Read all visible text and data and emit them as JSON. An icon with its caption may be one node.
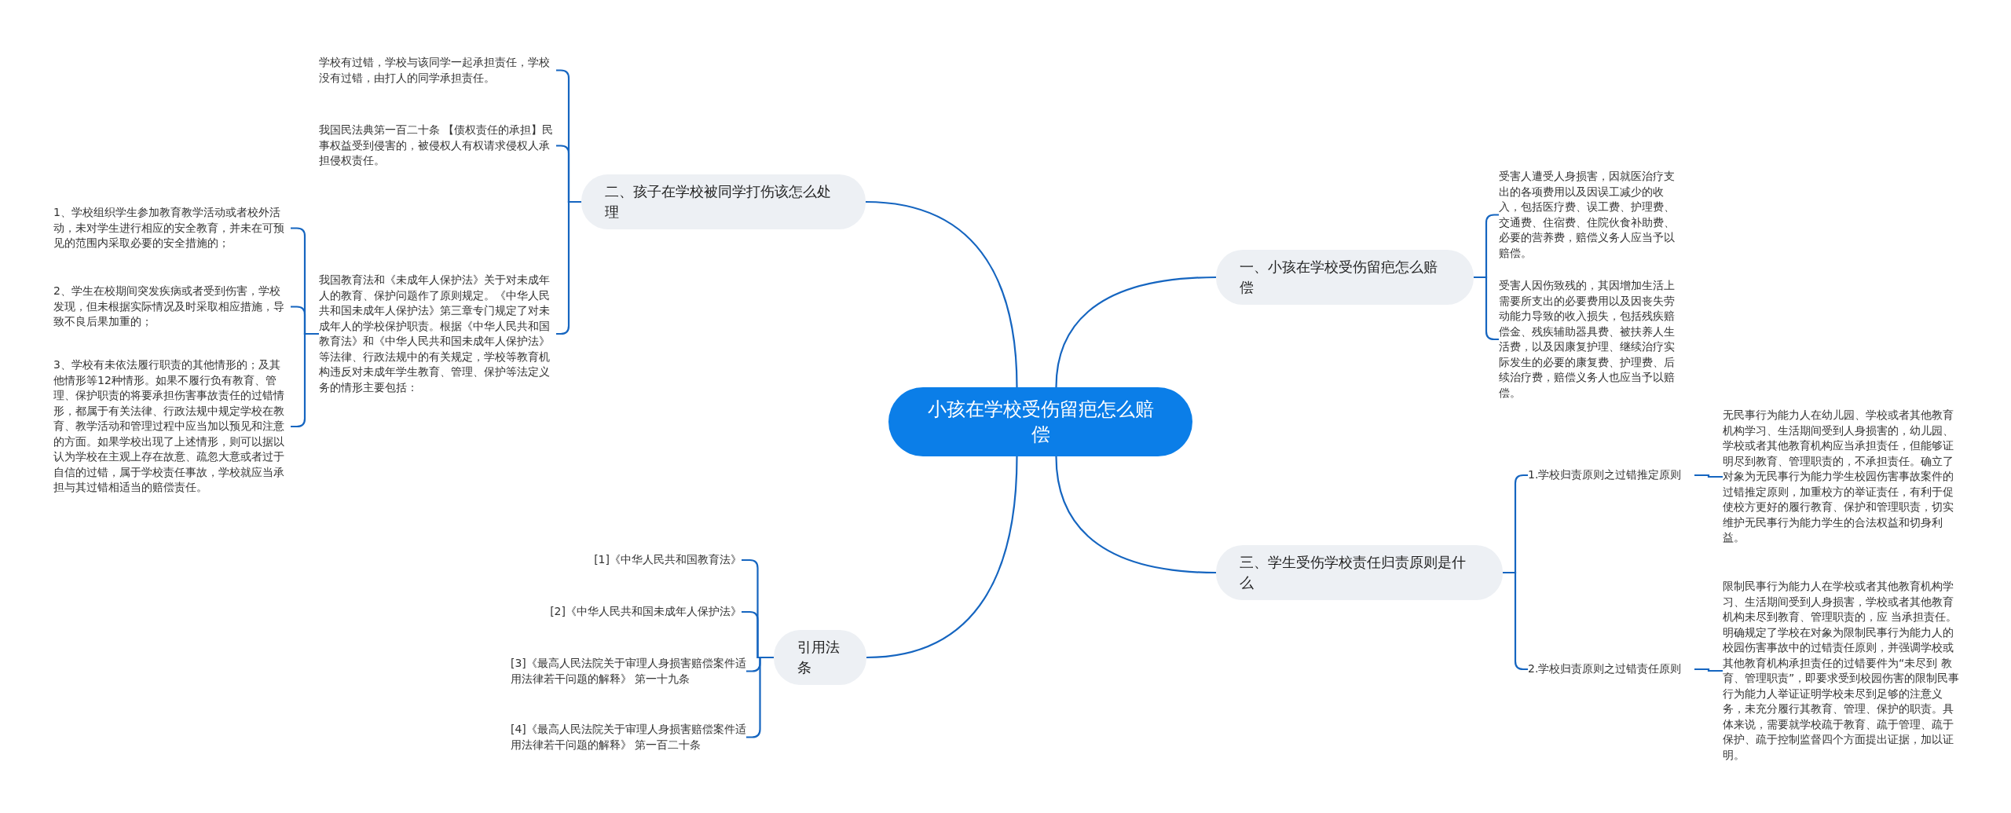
{
  "diagram": {
    "nodes": [
      {
        "text": [
          "小孩在学校受伤留疤怎么赔偿"
        ]
      },
      {
        "text": [
          "二、孩子在学校被同学打伤该怎么处理"
        ]
      },
      {
        "text": [
          "学校有过错，学校与该同学一起承担责任，学校没有过错，由打人的同学承担责任。"
        ]
      },
      {
        "text": [
          "我国民法典第一百二十条 【债权责任的承担】民事权益受到侵害的，被侵权人有权请求侵权人承担侵权责任。"
        ]
      },
      {
        "text": [
          "我国教育法和《未成年人保护法》关于对未成年人的教育、保护问题作了原则规定。《中华人民共和国未成年人保护法》第三章专门规定了对未成年人的学校保护职责。根据《中华人民共和国教育法》和《中华人民共和国未成年人保护法》等法律、行政法规中的有关规定，学校等教育机构违反对未成年学生教育、管理、保护等法定义务的情形主要包括："
        ]
      },
      {
        "text": [
          "1、学校组织学生参加教育教学活动或者校外活动，未对学生进行相应的安全教育，并未在可预见的范围内采取必要的安全措施的；"
        ]
      },
      {
        "text": [
          "2、学生在校期间突发疾病或者受到伤害，学校发现，但未根据实际情况及时采取相应措施，导致不良后果加重的；"
        ]
      },
      {
        "text": [
          "3、学校有未依法履行职责的其他情形的；及其他情形等12种情形。如果不履行负有教育、管理、保护职责的将要承担伤害事故责任的过错情形，都属于有关法律、行政法规中规定学校在教育、教学活动和管理过程中应当加以预见和注意的方面。如果学校出现了上述情形，则可以据以认为学校在主观上存在故意、疏忽大意或者过于自信的过错，属于学校责任事故，学校就应当承担与其过错相适当的赔偿责任。"
        ]
      },
      {
        "text": [
          "一、小孩在学校受伤留疤怎么赔偿"
        ]
      },
      {
        "text": [
          "受害人遭受人身损害，因就医治疗支出的各项费用以及因误工减少的收入，包括医疗费、误工费、护理费、交通费、住宿费、住院伙食补助费、必要的营养费，赔偿义务人应当予以赔偿。"
        ]
      },
      {
        "text": [
          "受害人因伤致残的，其因增加生活上需要所支出的必要费用以及因丧失劳动能力导致的收入损失，包括残疾赔偿金、残疾辅助器具费、被扶养人生活费，以及因康复护理、继续治疗实际发生的必要的康复费、护理费、后续治疗费，赔偿义务人也应当予以赔偿。"
        ]
      },
      {
        "text": [
          "三、学生受伤学校责任归责原则是什么"
        ]
      },
      {
        "text": [
          "1.学校归责原则之过错推定原则"
        ]
      },
      {
        "text": [
          "无民事行为能力人在幼儿园、学校或者其他教育机构学习、生活期间受到人身损害的，幼儿园、学校或者其他教育机构应当承担责任，但能够证明尽到教育、管理职责的，不承担责任。确立了对象为无民事行为能力学生校园伤害事故案件的过错推定原则，加重校方的举证责任，有利于促使校方更好的履行教育、保护和管理职责，切实维护无民事行为能力学生的合法权益和切身利益。"
        ]
      },
      {
        "text": [
          "2.学校归责原则之过错责任原则"
        ]
      },
      {
        "text": [
          "限制民事行为能力人在学校或者其他教育机构学习、生活期间受到人身损害，学校或者其他教育机构未尽到教育、管理职责的，应 当承担责任。明确规定了学校在对象为限制民事行为能力人的校园伤害事故中的过错责任原则，并强调学校或其他教育机构承担责任的过错要件为“未尽到 教育、管理职责”，即要求受到校园伤害的限制民事行为能力人举证证明学校未尽到足够的注意义务，未充分履行其教育、管理、保护的职责。具体来说，需要就学校疏于教育、疏于管理、疏于保护、疏于控制监督四个方面提出证据，加以证明。"
        ]
      },
      {
        "text": [
          "引用法条"
        ]
      },
      {
        "text": [
          "[1]《中华人民共和国教育法》"
        ]
      },
      {
        "text": [
          "[2]《中华人民共和国未成年人保护法》"
        ]
      },
      {
        "text": [
          "[3]《最高人民法院关于审理人身损害赔偿案件适用法律若干问题的解释》 第一十九条"
        ]
      },
      {
        "text": [
          "[4]《最高人民法院关于审理人身损害赔偿案件适用法律若干问题的解释》 第一百二十条"
        ]
      }
    ],
    "edges": [
      {
        "from": 0,
        "to": 1,
        "arrow": "none"
      },
      {
        "from": 1,
        "to": 2,
        "arrow": "none"
      },
      {
        "from": 1,
        "to": 3,
        "arrow": "none"
      },
      {
        "from": 1,
        "to": 4,
        "arrow": "none"
      },
      {
        "from": 4,
        "to": 5,
        "arrow": "none"
      },
      {
        "from": 4,
        "to": 6,
        "arrow": "none"
      },
      {
        "from": 4,
        "to": 7,
        "arrow": "none"
      },
      {
        "from": 0,
        "to": 8,
        "arrow": "none"
      },
      {
        "from": 8,
        "to": 9,
        "arrow": "none"
      },
      {
        "from": 8,
        "to": 10,
        "arrow": "none"
      },
      {
        "from": 0,
        "to": 11,
        "arrow": "none"
      },
      {
        "from": 11,
        "to": 12,
        "arrow": "none"
      },
      {
        "from": 12,
        "to": 13,
        "arrow": "none"
      },
      {
        "from": 11,
        "to": 14,
        "arrow": "none"
      },
      {
        "from": 14,
        "to": 15,
        "arrow": "none"
      },
      {
        "from": 0,
        "to": 16,
        "arrow": "none"
      },
      {
        "from": 16,
        "to": 17,
        "arrow": "none"
      },
      {
        "from": 16,
        "to": 18,
        "arrow": "none"
      },
      {
        "from": 16,
        "to": 19,
        "arrow": "none"
      },
      {
        "from": 16,
        "to": 20,
        "arrow": "none"
      }
    ]
  }
}
